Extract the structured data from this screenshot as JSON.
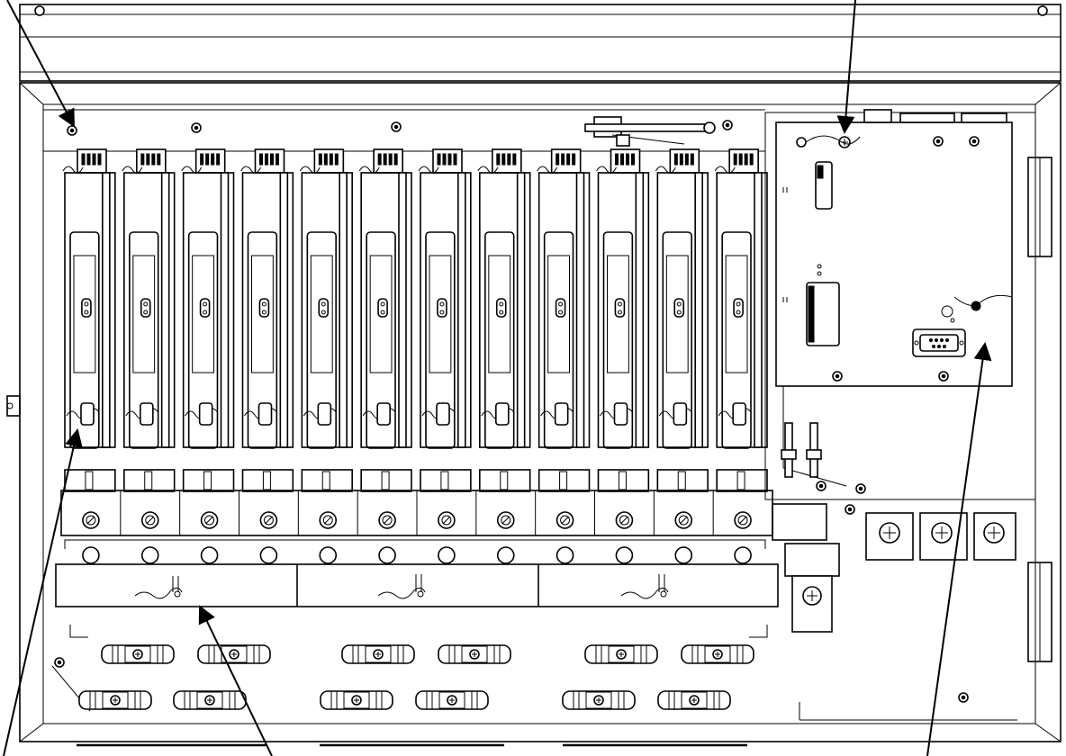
{
  "diagram": {
    "type": "equipment-enclosure-line-drawing",
    "module_slots": 12,
    "lower_bus_bolts": 3,
    "terminal_blocks": 12,
    "leaders": [
      {
        "name": "mounting-screw-leader"
      },
      {
        "name": "controller-screw-leader"
      },
      {
        "name": "module-latch-leader"
      },
      {
        "name": "bus-cover-leader"
      },
      {
        "name": "controller-port-leader"
      }
    ]
  },
  "colors": {
    "line": "#000000",
    "background": "#ffffff"
  }
}
